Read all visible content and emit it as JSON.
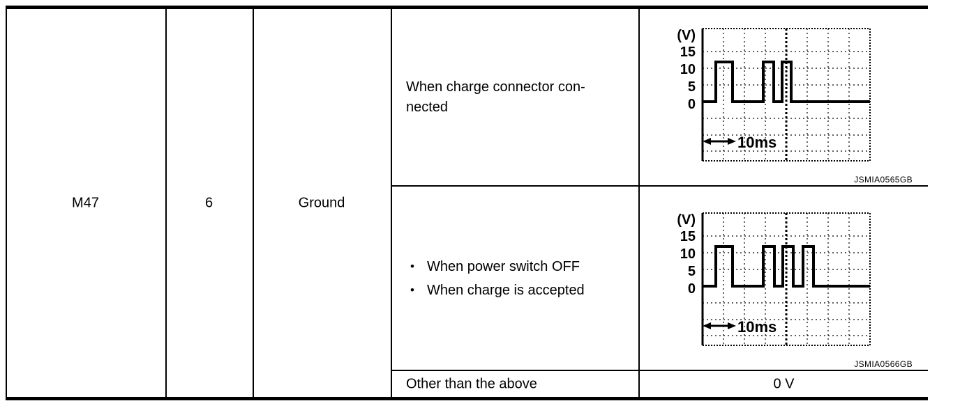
{
  "table": {
    "row": {
      "connector": "M47",
      "terminal": "6",
      "reference": "Ground"
    },
    "conditions": [
      {
        "text": "When charge connector con-\nnected"
      },
      {
        "bullets": [
          "When power switch OFF",
          "When charge is accepted"
        ]
      },
      {
        "text": "Other than the above"
      }
    ],
    "values": [
      {
        "type": "waveform",
        "id": "JSMIA0565GB"
      },
      {
        "type": "waveform",
        "id": "JSMIA0566GB"
      },
      {
        "type": "text",
        "text": "0 V"
      }
    ]
  },
  "chart_data": [
    {
      "type": "line",
      "title": "",
      "ylabel": "(V)",
      "ytick_labels": [
        "15",
        "10",
        "5",
        "0"
      ],
      "ytick_values": [
        15,
        10,
        5,
        0
      ],
      "ylim": [
        -7.5,
        22.5
      ],
      "xlim": [
        0,
        40
      ],
      "xlabel": "",
      "time_marker": "10ms",
      "time_marker_span_ms": 10,
      "grid": "dotted",
      "grid_divisions_x": 8,
      "grid_divisions_y": 8,
      "trigger_line_x": 20,
      "pulse_high_v": 12,
      "pulse_low_v": 0,
      "pulses_ms": [
        [
          3.2,
          7.2
        ],
        [
          14.6,
          17.0
        ],
        [
          19.2,
          21.4
        ]
      ],
      "id": "JSMIA0565GB"
    },
    {
      "type": "line",
      "title": "",
      "ylabel": "(V)",
      "ytick_labels": [
        "15",
        "10",
        "5",
        "0"
      ],
      "ytick_values": [
        15,
        10,
        5,
        0
      ],
      "ylim": [
        -7.5,
        22.5
      ],
      "xlim": [
        0,
        40
      ],
      "xlabel": "",
      "time_marker": "10ms",
      "time_marker_span_ms": 10,
      "grid": "dotted",
      "grid_divisions_x": 8,
      "grid_divisions_y": 8,
      "trigger_line_x": 20,
      "pulse_high_v": 12,
      "pulse_low_v": 0,
      "pulses_ms": [
        [
          3.2,
          7.2
        ],
        [
          14.6,
          17.2
        ],
        [
          19.1,
          21.6
        ],
        [
          23.5,
          26.0
        ]
      ],
      "id": "JSMIA0566GB"
    }
  ]
}
